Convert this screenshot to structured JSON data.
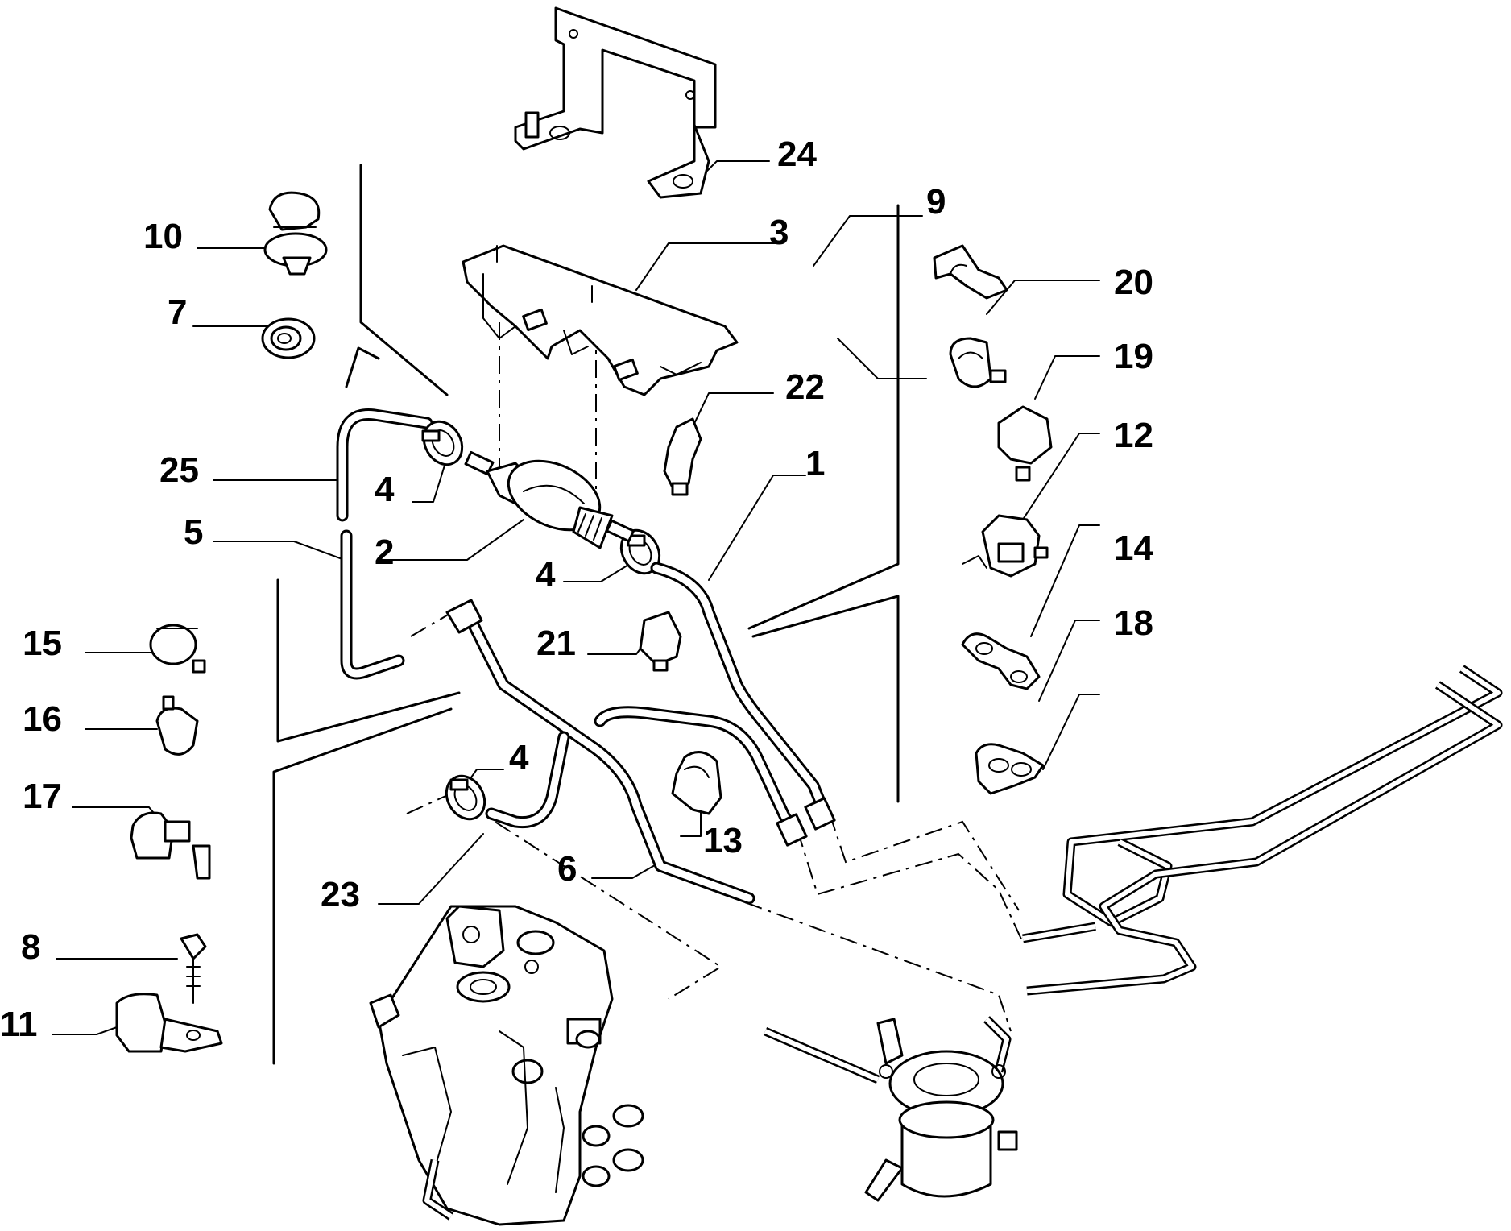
{
  "callouts": {
    "p1": "1",
    "p2": "2",
    "p3": "3",
    "p4a": "4",
    "p4b": "4",
    "p4c": "4",
    "p5": "5",
    "p6": "6",
    "p7": "7",
    "p8": "8",
    "p9": "9",
    "p10": "10",
    "p11": "11",
    "p12": "12",
    "p13": "13",
    "p14": "14",
    "p15": "15",
    "p16": "16",
    "p17": "17",
    "p18": "18",
    "p19": "19",
    "p20": "20",
    "p21": "21",
    "p22": "22",
    "p23": "23",
    "p24": "24",
    "p25": "25"
  }
}
